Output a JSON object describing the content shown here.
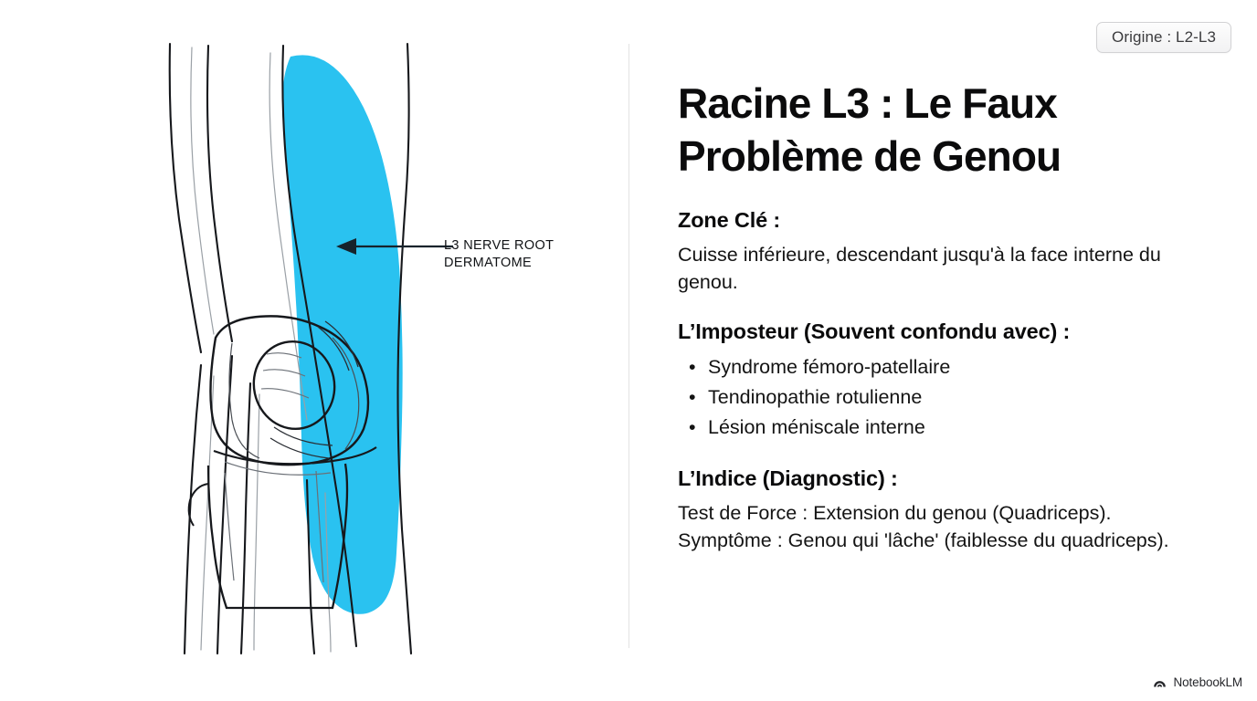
{
  "badge": {
    "label": "Origine : L2-L3"
  },
  "illustration": {
    "callout": {
      "line1": "L3 NERVE ROOT",
      "line2": "DERMATOME",
      "arrow_icon": "left-arrow-icon"
    },
    "dermatome_color": "#2ac2f0",
    "line_color": "#16181c",
    "alt": "knee-anatomy-illustration"
  },
  "content": {
    "title": "Racine L3 : Le Faux Problème de Genou",
    "sections": [
      {
        "heading": "Zone Clé :",
        "body": "Cuisse inférieure, descendant jusqu'à la face interne du genou."
      },
      {
        "heading": "L’Imposteur (Souvent confondu avec) :",
        "bullets": [
          "Syndrome fémoro-patellaire",
          "Tendinopathie rotulienne",
          "Lésion méniscale interne"
        ],
        "bullet_glyph": "•"
      },
      {
        "heading": "L’Indice (Diagnostic) :",
        "body_lines": [
          "Test de Force : Extension du genou (Quadriceps).",
          "Symptôme : Genou qui 'lâche' (faiblesse du quadriceps)."
        ]
      }
    ]
  },
  "footer": {
    "brand": "NotebookLM",
    "brand_icon": "notebooklm-spiral-icon"
  }
}
